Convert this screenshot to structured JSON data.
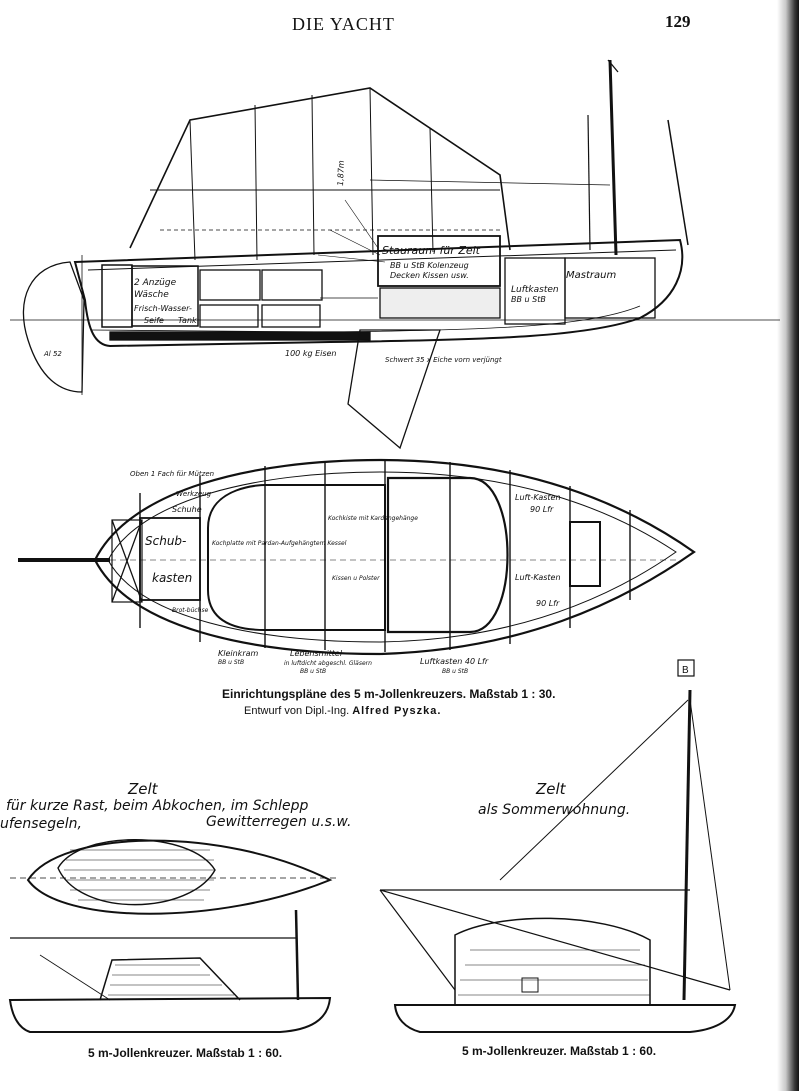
{
  "header": {
    "running_head": "DIE YACHT",
    "page_number": "129"
  },
  "profile_labels": {
    "length_mark": "1,87m",
    "anzuege": "2 Anzüge",
    "waesche": "Wäsche",
    "frischwasser": "Frisch-Wasser-",
    "tank": "Tank",
    "seife": "Seife",
    "stauraum_zelt": "Stauraum für Zelt",
    "bb_stb_kolenzeug": "BB u StB Kolenzeug",
    "decken_kissen": "Decken Kissen usw.",
    "luftkasten": "Luftkasten",
    "bb_stb": "BB u StB",
    "mastraum": "Mastraum",
    "eisen": "100 kg Eisen",
    "schwert": "Schwert 35 x Eiche vorn verjüngt",
    "al": "Al 52"
  },
  "plan_labels": {
    "oben_fach": "Oben 1 Fach für Mützen",
    "werkzeug": "Werkzeug",
    "schuhe": "Schuhe",
    "schub": "Schub-",
    "kasten": "kasten",
    "brotbuechse": "Brot-büchse",
    "kochkiste": "Kochkiste mit Kardangehänge",
    "kochplatte": "Kochplatte mit Pardan-Aufgehängtem Kessel",
    "kissen": "Kissen u Polster",
    "luftkasten_1": "Luft-Kasten",
    "luftkasten_2": "Luft-Kasten",
    "lfr_1": "90 Lfr",
    "lfr_2": "90 Lfr",
    "kleinkram": "Kleinkram",
    "kleinkram_bb": "BB u StB",
    "lebensmittel": "Lebensmittel",
    "lebensmittel_note": "in luftdicht abgeschl. Gläsern",
    "lebensmittel_bb": "BB u StB",
    "luftkasten_bottom": "Luftkasten 40 Lfr",
    "luftkasten_bottom_bb": "BB u StB"
  },
  "caption": {
    "title": "Einrichtungspläne des 5 m-Jollenkreuzers. Maßstab 1 : 30.",
    "credit_prefix": "Entwurf von Dipl.-Ing.",
    "credit_name": "Alfred Pyszka."
  },
  "tent_left": {
    "title": "Zelt",
    "line1": "für kurze Rast, beim Abkochen, im Schlepp",
    "line2": "ufensegeln,",
    "line3": "Gewitterregen u.s.w.",
    "caption": "5 m-Jollenkreuzer. Maßstab 1 : 60."
  },
  "tent_right": {
    "title": "Zelt",
    "subtitle": "als Sommerwohnung.",
    "flag_letter": "B",
    "caption": "5 m-Jollenkreuzer. Maßstab 1 : 60."
  }
}
